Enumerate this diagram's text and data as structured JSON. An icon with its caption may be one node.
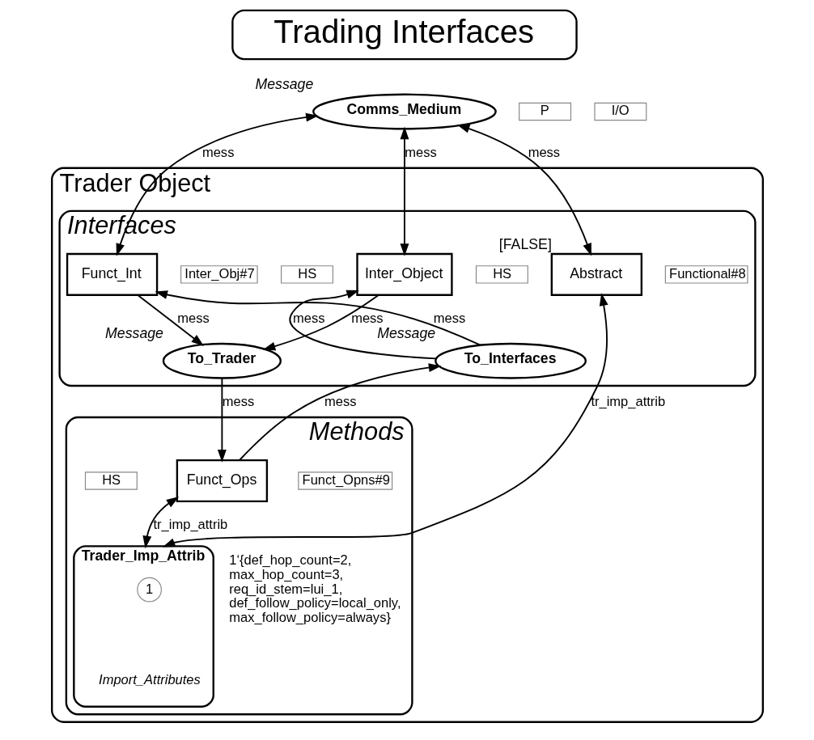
{
  "diagram": {
    "nodes": [
      {
        "text": [
          "Trading Interfaces"
        ]
      },
      {
        "text": [
          "Trader Object"
        ]
      },
      {
        "text": [
          "Interfaces"
        ],
        "in": 1
      },
      {
        "text": [
          "Methods"
        ],
        "in": 1
      },
      {
        "text": [
          "Comms_Medium"
        ],
        "beside": [
          "Message"
        ]
      },
      {
        "text": [
          "P"
        ]
      },
      {
        "text": [
          "I/O"
        ]
      },
      {
        "text": [
          "Funct_Int"
        ],
        "in": 2
      },
      {
        "text": [
          "Functional#8"
        ],
        "in": 2
      },
      {
        "text": [
          "HS"
        ],
        "in": 2
      },
      {
        "text": [
          "Inter_Object"
        ],
        "in": 2
      },
      {
        "text": [
          "HS"
        ],
        "in": 2
      },
      {
        "text": [
          "Inter_Obj#7"
        ],
        "in": 2
      },
      {
        "text": [
          "Abstract"
        ],
        "in": 2,
        "beside": [
          "[FALSE]"
        ]
      },
      {
        "text": [
          "To_Trader"
        ],
        "in": 2,
        "beside": [
          "Message"
        ]
      },
      {
        "text": [
          "To_Interfaces"
        ],
        "in": 2,
        "beside": [
          "Message"
        ]
      },
      {
        "text": [
          "Funct_Ops"
        ],
        "in": 3
      },
      {
        "text": [
          "Funct_Opns#9"
        ],
        "in": 3
      },
      {
        "text": [
          "HS"
        ],
        "in": 3
      },
      {
        "text": [
          "Trader_Imp_Attrib"
        ],
        "in": 3,
        "beside": [
          "Import_Attributes"
        ]
      },
      {
        "text": [
          "1"
        ],
        "in": 19
      }
    ],
    "edges": [
      {
        "from": 4,
        "to": 7,
        "arrow": "both",
        "label": "mess"
      },
      {
        "from": 4,
        "to": 10,
        "arrow": "both",
        "label": "mess"
      },
      {
        "from": 4,
        "to": 13,
        "arrow": "both",
        "label": "mess"
      },
      {
        "from": 7,
        "to": 14,
        "arrow": "to",
        "label": "mess"
      },
      {
        "from": 10,
        "to": 14,
        "arrow": "to",
        "label": "mess"
      },
      {
        "from": 15,
        "to": 7,
        "arrow": "to",
        "label": "mess"
      },
      {
        "from": 15,
        "to": 10,
        "arrow": "to",
        "label": "mess"
      },
      {
        "from": 14,
        "to": 16,
        "arrow": "to",
        "label": "mess"
      },
      {
        "from": 16,
        "to": 15,
        "arrow": "to",
        "label": "mess"
      },
      {
        "from": 16,
        "to": 19,
        "arrow": "both",
        "label": "tr_imp_attrib"
      },
      {
        "from": 19,
        "to": 13,
        "arrow": "both",
        "label": "tr_imp_attrib"
      }
    ],
    "labels": [
      "1‘{def_hop_count=2, max_hop_count=3, req_id_stem=lui_1, def_follow_policy=local_only, max_follow_policy=always}"
    ]
  }
}
